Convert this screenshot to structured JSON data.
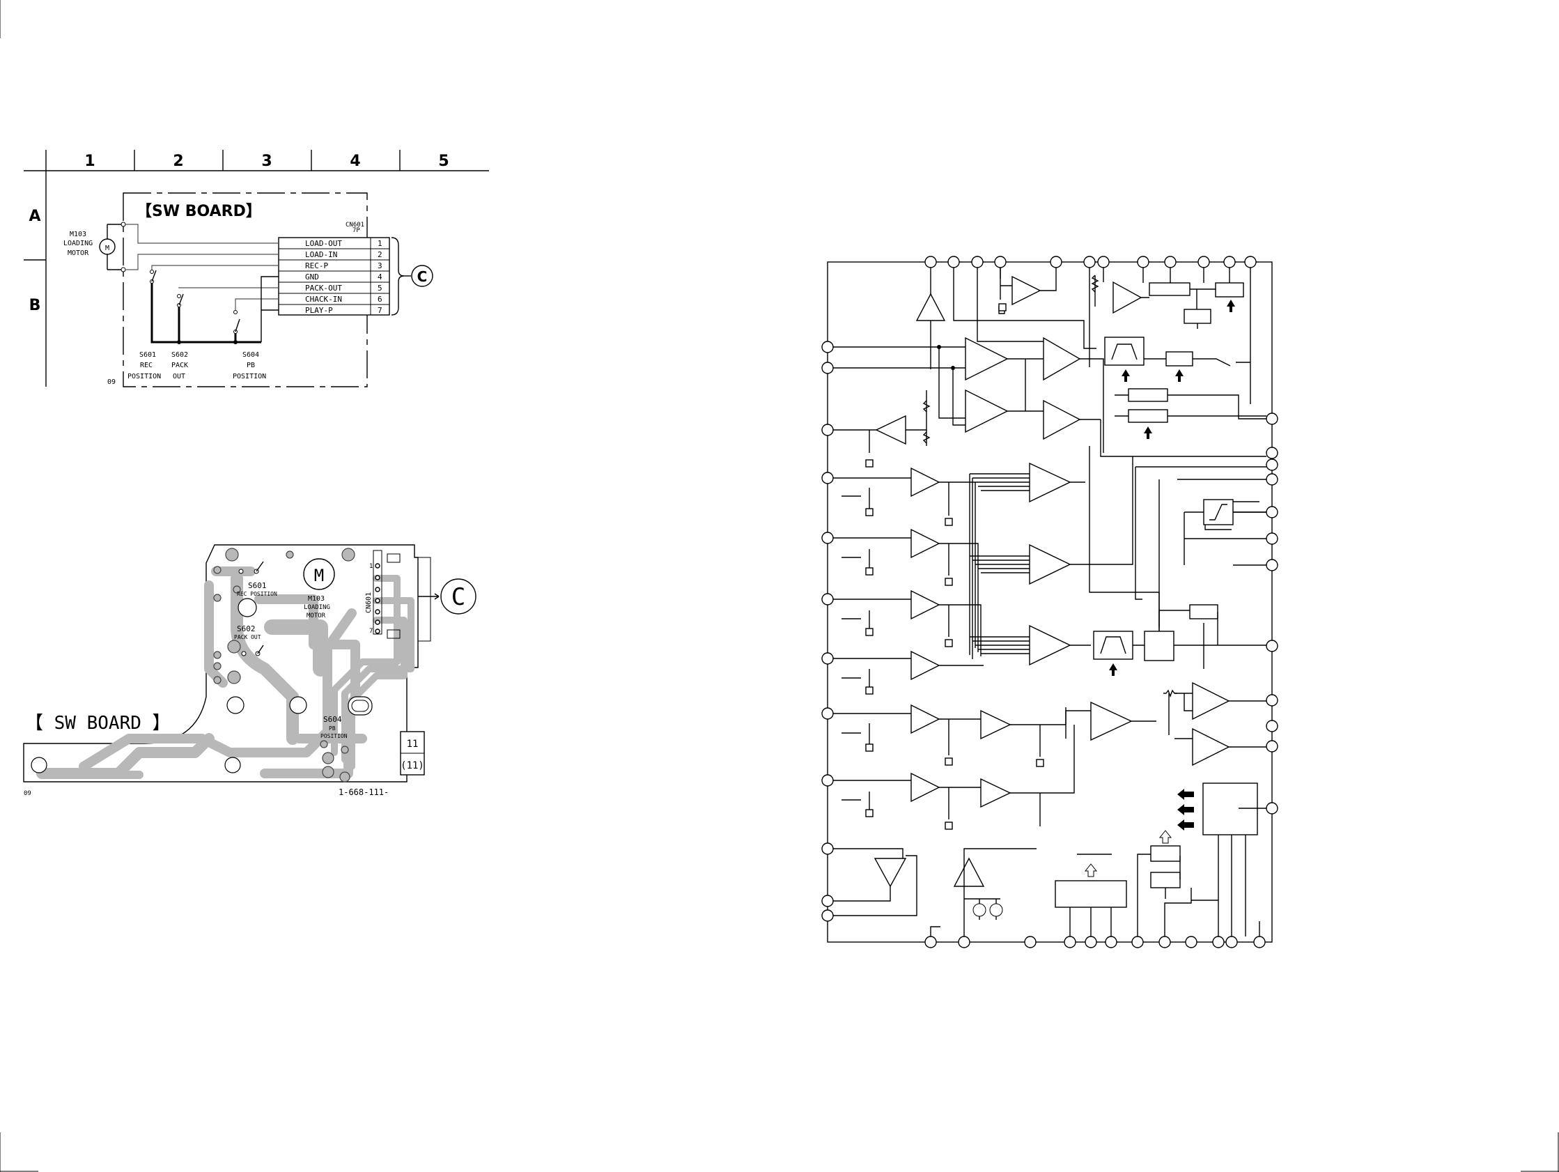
{
  "grid": {
    "columns": [
      "1",
      "2",
      "3",
      "4",
      "5"
    ],
    "rows": [
      "A",
      "B"
    ]
  },
  "schematic": {
    "board_title": "【SW BOARD】",
    "connector_ref": "CN601",
    "connector_pins_label": "7P",
    "motor_ref": "M103",
    "motor_name_line1": "LOADING",
    "motor_name_line2": "MOTOR",
    "motor_symbol": "M",
    "connector_pins": [
      {
        "num": "1",
        "label": "LOAD-OUT"
      },
      {
        "num": "2",
        "label": "LOAD-IN"
      },
      {
        "num": "3",
        "label": "REC-P"
      },
      {
        "num": "4",
        "label": "GND"
      },
      {
        "num": "5",
        "label": "PACK-OUT"
      },
      {
        "num": "6",
        "label": "CHACK-IN"
      },
      {
        "num": "7",
        "label": "PLAY-P"
      }
    ],
    "switches": [
      {
        "ref": "S601",
        "line1": "REC",
        "line2": "POSITION"
      },
      {
        "ref": "S602",
        "line1": "PACK",
        "line2": "OUT"
      },
      {
        "ref": "S604",
        "line1": "PB",
        "line2": "POSITION"
      }
    ],
    "off_page_ref": "C",
    "corner_code": "09"
  },
  "pcb": {
    "board_title": "【 SW BOARD 】",
    "motor_ref": "M103",
    "motor_name_line1": "LOADING",
    "motor_name_line2": "MOTOR",
    "motor_symbol": "M",
    "connector_ref": "CN601",
    "pin_1": "1",
    "pin_7": "7",
    "s601_ref": "S601",
    "s601_name": "REC POSITION",
    "s602_ref": "S602",
    "s602_name": "PACK OUT",
    "s604_ref": "S604",
    "s604_name_line1": "PB",
    "s604_name_line2": "POSITION",
    "off_page_ref": "C",
    "corner_code": "09",
    "part_number": "1-668-111-",
    "page_box_top": "11",
    "page_box_bottom": "(11)"
  }
}
